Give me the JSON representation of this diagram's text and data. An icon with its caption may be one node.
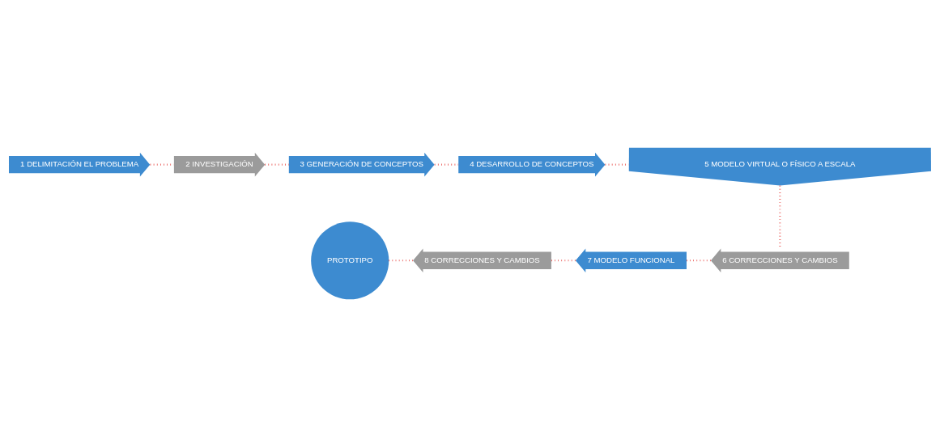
{
  "diagram": {
    "nodes": [
      {
        "text": [
          "1 DELIMITACIÓN EL PROBLEMA"
        ]
      },
      {
        "text": [
          "2 INVESTIGACIÓN"
        ]
      },
      {
        "text": [
          "3 GENERACIÓN DE CONCEPTOS"
        ]
      },
      {
        "text": [
          "4 DESARROLLO DE CONCEPTOS"
        ]
      },
      {
        "text": [
          "5 MODELO VIRTUAL O FÍSICO A ESCALA"
        ]
      },
      {
        "text": [
          "6 CORRECCIONES Y CAMBIOS"
        ]
      },
      {
        "text": [
          "7 MODELO FUNCIONAL"
        ]
      },
      {
        "text": [
          "8 CORRECCIONES Y CAMBIOS"
        ]
      },
      {
        "text": [
          "PROTOTIPO"
        ]
      }
    ],
    "edges": [
      {
        "from": 0,
        "to": 1,
        "arrow": "none",
        "style": "dashed",
        "color": "#e53935"
      },
      {
        "from": 1,
        "to": 2,
        "arrow": "none",
        "style": "dashed",
        "color": "#e53935"
      },
      {
        "from": 2,
        "to": 3,
        "arrow": "none",
        "style": "dashed",
        "color": "#e53935"
      },
      {
        "from": 3,
        "to": 4,
        "arrow": "none",
        "style": "dashed",
        "color": "#e53935"
      },
      {
        "from": 4,
        "to": 5,
        "arrow": "none",
        "style": "dashed",
        "color": "#e53935"
      },
      {
        "from": 5,
        "to": 6,
        "arrow": "none",
        "style": "dashed",
        "color": "#e53935"
      },
      {
        "from": 6,
        "to": 7,
        "arrow": "none",
        "style": "dashed",
        "color": "#e53935"
      },
      {
        "from": 7,
        "to": 8,
        "arrow": "none",
        "style": "dashed",
        "color": "#e53935"
      }
    ]
  }
}
